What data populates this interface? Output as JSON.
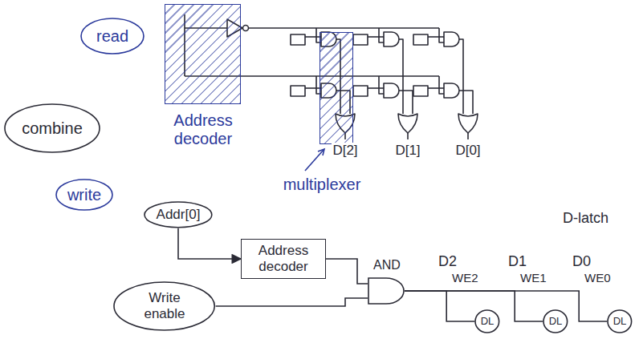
{
  "diagram": {
    "nodes": [
      {
        "text": [
          "read"
        ]
      },
      {
        "text": [
          "combine"
        ]
      },
      {
        "text": [
          "Address decoder"
        ]
      },
      {
        "text": [
          "multiplexer"
        ]
      },
      {
        "text": [
          "write"
        ]
      },
      {
        "text": [
          "Addr[0]"
        ]
      },
      {
        "text": [
          "Address decoder"
        ]
      },
      {
        "text": [
          "Write enable"
        ]
      },
      {
        "text": [
          "AND"
        ]
      },
      {
        "text": [
          "DL"
        ]
      },
      {
        "text": [
          "DL"
        ]
      },
      {
        "text": [
          "DL"
        ]
      }
    ],
    "edges": [
      {
        "from": 5,
        "to": 6,
        "arrow": "to"
      },
      {
        "from": 6,
        "to": 8,
        "arrow": "none"
      },
      {
        "from": 7,
        "to": 8,
        "arrow": "none"
      },
      {
        "from": 8,
        "to": 9,
        "arrow": "none"
      },
      {
        "from": 8,
        "to": 10,
        "arrow": "none"
      },
      {
        "from": 8,
        "to": 11,
        "arrow": "none"
      }
    ],
    "labels": [
      "D[2]",
      "D[1]",
      "D[0]",
      "D-latch",
      "D2",
      "D1",
      "D0",
      "WE2",
      "WE1",
      "WE0"
    ]
  }
}
